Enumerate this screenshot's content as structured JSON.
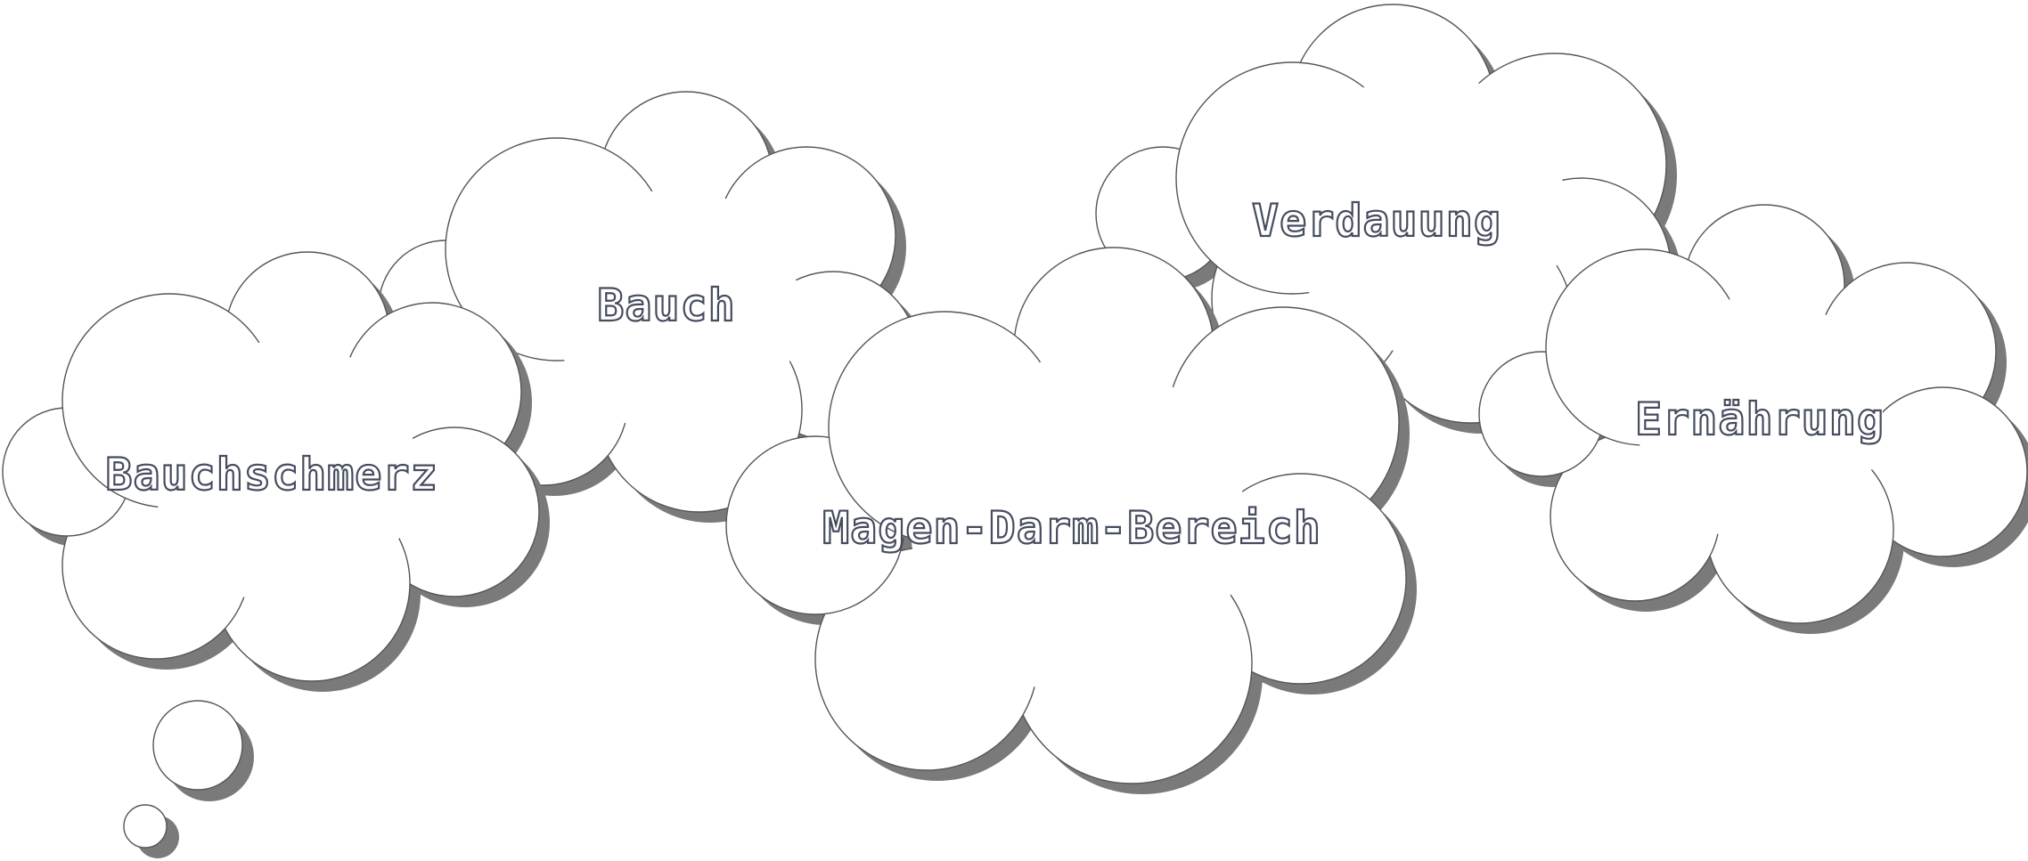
{
  "clouds": [
    {
      "id": "verdauung",
      "label": "Verdauung"
    },
    {
      "id": "bauch",
      "label": "Bauch"
    },
    {
      "id": "ernaehrung",
      "label": "Ernährung"
    },
    {
      "id": "bauchschmerz",
      "label": "Bauchschmerz"
    },
    {
      "id": "magen-darm-bereich",
      "label": "Magen-Darm-Bereich"
    }
  ],
  "colors": {
    "cloud_fill": "#ffffff",
    "cloud_outline": "#555555",
    "shadow": "#7a7a7a",
    "text": "#454c5e"
  }
}
